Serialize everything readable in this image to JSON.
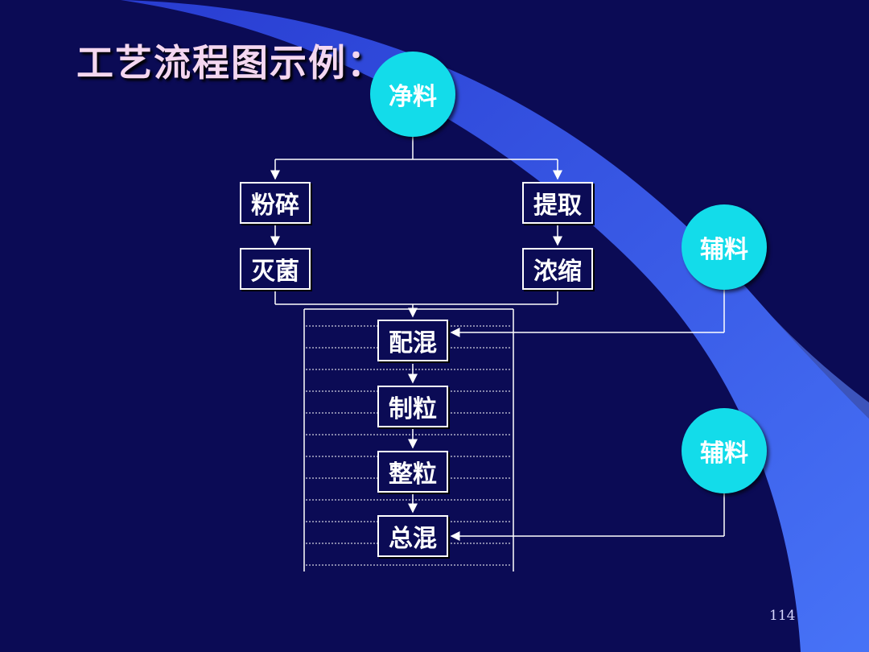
{
  "title": "工艺流程图示例：",
  "nodes": {
    "start": "净料",
    "crush": "粉碎",
    "sterilize": "灭菌",
    "extract": "提取",
    "concentrate": "浓缩",
    "mix": "配混",
    "granulate": "制粒",
    "size": "整粒",
    "final_mix": "总混",
    "excipient_1": "辅料",
    "excipient_2": "辅料"
  },
  "page_number": "114",
  "colors": {
    "background": "#0b0b55",
    "circle_fill": "#13dcea",
    "title_text": "#f4d7f0",
    "accent_swoosh": "#3a5cf0"
  }
}
